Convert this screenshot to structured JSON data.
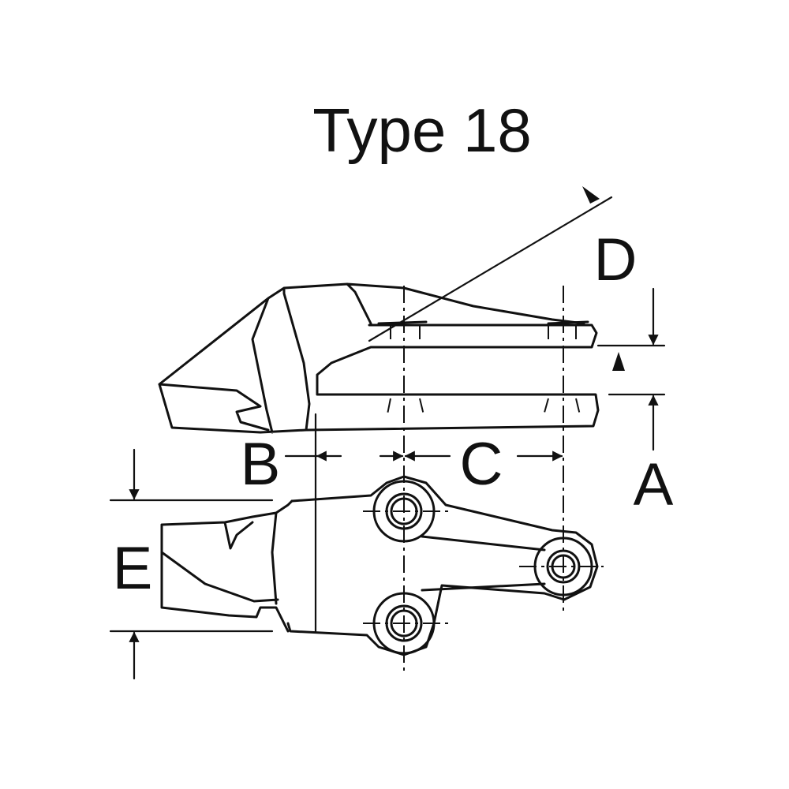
{
  "title": "Type 18",
  "dimension_labels": {
    "a": "A",
    "b": "B",
    "c": "C",
    "d": "D",
    "e": "E"
  },
  "icons": {
    "side_view": "bucket-tooth-adapter-side-view",
    "top_view": "bucket-tooth-adapter-top-view"
  },
  "colors": {
    "line": "#111111",
    "background": "#ffffff"
  }
}
